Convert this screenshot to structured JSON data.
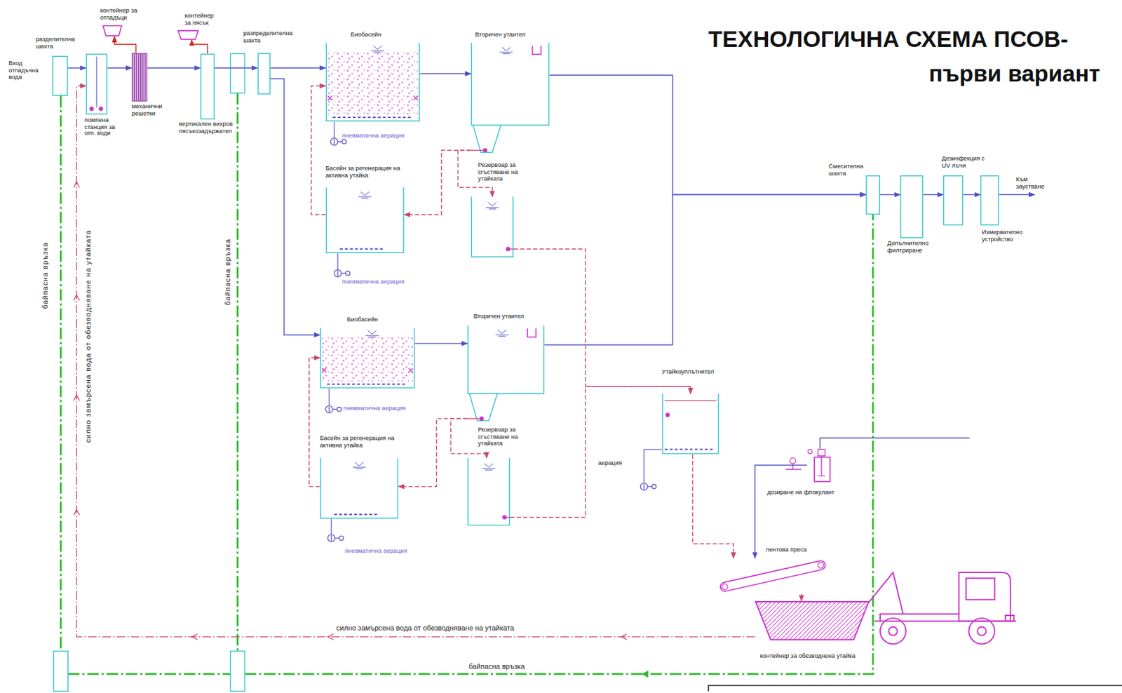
{
  "diagram": {
    "title": "ТЕХНОЛОГИЧНА СХЕМА ПСОВ-",
    "nodes": [
      {
        "text": [
          "разделителна шахта"
        ]
      },
      {
        "text": [
          "помпена станция за отп. води"
        ]
      },
      {
        "text": [
          "механични решетки"
        ]
      },
      {
        "text": [
          "контейнер за отпадъци"
        ]
      },
      {
        "text": [
          "вертикален вихров пясъкозадържател"
        ]
      },
      {
        "text": [
          "контейнер за пясък"
        ]
      },
      {
        "text": [
          "разпределителна шахта"
        ]
      },
      {
        "text": [
          "Биобасейн"
        ]
      },
      {
        "text": [
          "Вторичен утаител"
        ]
      },
      {
        "text": [
          "Басейн за регенерация на активна утайка"
        ]
      },
      {
        "text": [
          "Резервоар за сгъстяване на утайката"
        ]
      },
      {
        "text": [
          "Биобасейн"
        ]
      },
      {
        "text": [
          "Вторичен утаител"
        ]
      },
      {
        "text": [
          "Басейн за регенерация на активна утайка"
        ]
      },
      {
        "text": [
          "Резервоар за сгъстяване на утайката"
        ]
      },
      {
        "text": [
          "Утайкоуплътнител"
        ]
      },
      {
        "text": [
          "Смесителна шахта"
        ]
      },
      {
        "text": [
          "Допълнително филтриране"
        ]
      },
      {
        "text": [
          "Дезинфекция с UV лъчи"
        ]
      },
      {
        "text": [
          "Измервателно устройство"
        ]
      },
      {
        "text": [
          "дозиране на флокулант"
        ]
      },
      {
        "text": [
          "лентова преса"
        ]
      },
      {
        "text": [
          "контейнер за обезводнена утайка"
        ]
      }
    ],
    "edges": [
      {
        "from": 0,
        "to": 1,
        "arrow": "to"
      },
      {
        "from": 1,
        "to": 2,
        "arrow": "to"
      },
      {
        "from": 2,
        "to": 4,
        "arrow": "to"
      },
      {
        "from": 4,
        "to": 6,
        "arrow": "to"
      },
      {
        "from": 6,
        "to": 7,
        "arrow": "to"
      },
      {
        "from": 6,
        "to": 11,
        "arrow": "to"
      },
      {
        "from": 7,
        "to": 8,
        "arrow": "to"
      },
      {
        "from": 11,
        "to": 12,
        "arrow": "to"
      },
      {
        "from": 8,
        "to": 16,
        "arrow": "to"
      },
      {
        "from": 12,
        "to": 16,
        "arrow": "to"
      },
      {
        "from": 16,
        "to": 17,
        "arrow": "to"
      },
      {
        "from": 17,
        "to": 18,
        "arrow": "to"
      },
      {
        "from": 18,
        "to": 19,
        "arrow": "to"
      },
      {
        "from": 8,
        "to": 9,
        "arrow": "to"
      },
      {
        "from": 8,
        "to": 10,
        "arrow": "to"
      },
      {
        "from": 9,
        "to": 7,
        "arrow": "to"
      },
      {
        "from": 10,
        "to": 15,
        "arrow": "to"
      },
      {
        "from": 12,
        "to": 13,
        "arrow": "to"
      },
      {
        "from": 12,
        "to": 14,
        "arrow": "to"
      },
      {
        "from": 14,
        "to": 15,
        "arrow": "to"
      },
      {
        "from": 13,
        "to": 11,
        "arrow": "to"
      },
      {
        "from": 15,
        "to": 21,
        "arrow": "to"
      },
      {
        "from": 20,
        "to": 21,
        "arrow": "to"
      },
      {
        "from": 21,
        "to": 22,
        "arrow": "to"
      },
      {
        "from": 2,
        "to": 3,
        "arrow": "to"
      },
      {
        "from": 4,
        "to": 5,
        "arrow": "to"
      },
      {
        "from": 22,
        "to": 1,
        "arrow": "to"
      }
    ],
    "labels": [
      "първи вариант",
      "Вход отпадъчна вода",
      "Към заустване",
      "пневматична аерация",
      "пневматична аерация",
      "пневматична аерация",
      "пневматична аерация",
      "аерация",
      "байпасна връзка",
      "силно замърсена вода от обезводняване на утайката",
      "байпасна връзка",
      "силно замърсена вода от обезводняване на утайката",
      "байпасна връзка"
    ]
  }
}
